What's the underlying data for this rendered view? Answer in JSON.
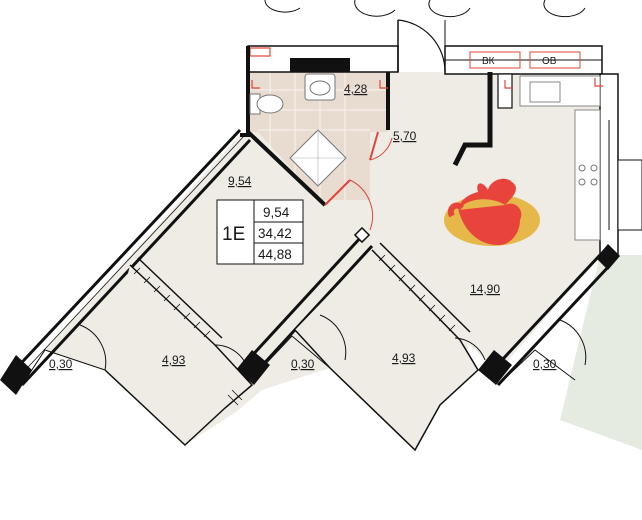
{
  "unit": {
    "code": "1E",
    "areas": [
      "9,54",
      "34,42",
      "44,88"
    ]
  },
  "rooms": {
    "bathroom": "4,28",
    "hallway": "5,70",
    "bedroom": "9,54",
    "kitchen_living": "14,90",
    "balcony_left": "4,93",
    "balcony_right": "4,93",
    "ledge_left": "0,30",
    "ledge_mid": "0,30",
    "ledge_right": "0,30"
  },
  "shafts": {
    "ventilation": "ВК",
    "utility": "ОВ"
  },
  "colors": {
    "floor": "#efece6",
    "tile": "#e8dcd0",
    "wall": "#111111",
    "accent": "#e0453a",
    "marker_fill": "#e8443b",
    "marker_shadow": "#e6b84a",
    "outside_green": "#e6ebe1"
  }
}
